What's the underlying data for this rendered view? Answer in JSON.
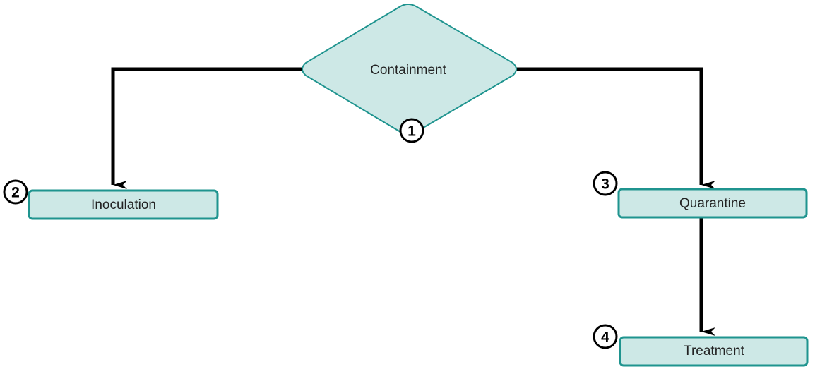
{
  "colors": {
    "node_fill": "#cde8e6",
    "node_stroke": "#1f948f",
    "connector": "#000000",
    "badge_fill": "#ffffff",
    "badge_stroke": "#000000"
  },
  "nodes": {
    "containment": {
      "label": "Containment",
      "shape": "diamond",
      "step": "1"
    },
    "inoculation": {
      "label": "Inoculation",
      "shape": "rounded-rectangle",
      "step": "2"
    },
    "quarantine": {
      "label": "Quarantine",
      "shape": "rounded-rectangle",
      "step": "3"
    },
    "treatment": {
      "label": "Treatment",
      "shape": "rounded-rectangle",
      "step": "4"
    }
  },
  "edges": [
    {
      "from": "containment",
      "to": "inoculation"
    },
    {
      "from": "containment",
      "to": "quarantine"
    },
    {
      "from": "quarantine",
      "to": "treatment"
    }
  ]
}
